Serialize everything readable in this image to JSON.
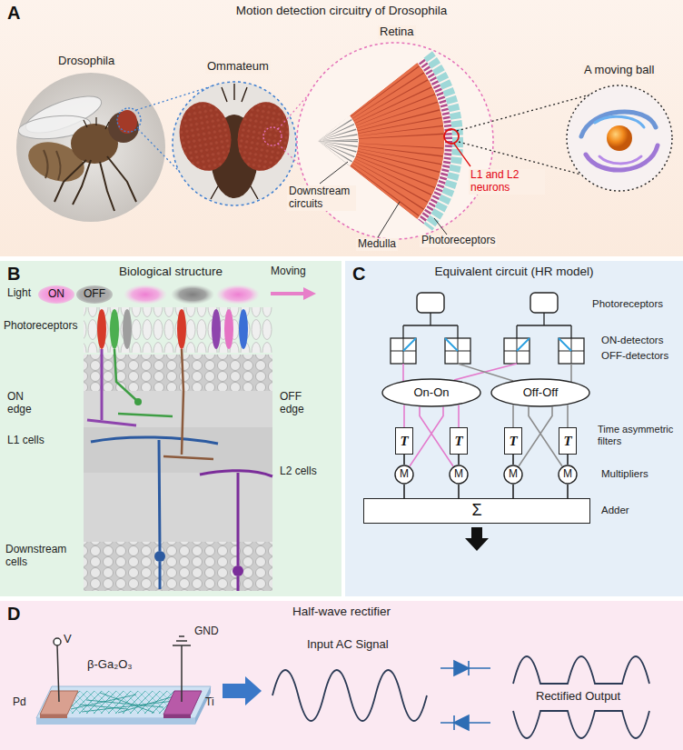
{
  "diagram": {
    "nodes": [
      {
        "text": [
          "A",
          "Motion detection circuitry of Drosophila"
        ]
      },
      {
        "text": [
          "B",
          "Biological structure"
        ]
      },
      {
        "text": [
          "ON"
        ],
        "in": 1
      },
      {
        "text": [
          "OFF"
        ],
        "in": 1
      },
      {
        "text": [
          "C",
          "Equivalent circuit (HR model)"
        ]
      },
      {
        "text": [
          "On-On"
        ],
        "in": 4
      },
      {
        "text": [
          "Off-Off"
        ],
        "in": 4
      },
      {
        "text": [
          "T"
        ],
        "in": 4
      },
      {
        "text": [
          "T"
        ],
        "in": 4
      },
      {
        "text": [
          "T"
        ],
        "in": 4
      },
      {
        "text": [
          "T"
        ],
        "in": 4
      },
      {
        "text": [
          "M"
        ],
        "in": 4
      },
      {
        "text": [
          "M"
        ],
        "in": 4
      },
      {
        "text": [
          "M"
        ],
        "in": 4
      },
      {
        "text": [
          "M"
        ],
        "in": 4
      },
      {
        "text": [
          "Σ"
        ],
        "in": 4
      },
      {
        "text": [
          "D",
          "Half-wave rectifier"
        ]
      }
    ],
    "edges": [
      {
        "from": 5,
        "to": 7,
        "arrow": "none"
      },
      {
        "from": 5,
        "to": 8,
        "arrow": "none"
      },
      {
        "from": 6,
        "to": 9,
        "arrow": "none"
      },
      {
        "from": 6,
        "to": 10,
        "arrow": "none"
      },
      {
        "from": 5,
        "to": 12,
        "arrow": "none"
      },
      {
        "from": 5,
        "to": 11,
        "arrow": "none"
      },
      {
        "from": 6,
        "to": 14,
        "arrow": "none"
      },
      {
        "from": 6,
        "to": 13,
        "arrow": "none"
      },
      {
        "from": 7,
        "to": 11,
        "arrow": "none"
      },
      {
        "from": 8,
        "to": 12,
        "arrow": "none"
      },
      {
        "from": 9,
        "to": 13,
        "arrow": "none"
      },
      {
        "from": 10,
        "to": 14,
        "arrow": "none"
      },
      {
        "from": 11,
        "to": 15,
        "arrow": "none"
      },
      {
        "from": 12,
        "to": 15,
        "arrow": "none"
      },
      {
        "from": 13,
        "to": 15,
        "arrow": "none"
      },
      {
        "from": 14,
        "to": 15,
        "arrow": "none"
      }
    ],
    "labels": [
      "Drosophila",
      "Ommateum",
      "Retina",
      "A moving ball",
      "Downstream circuits",
      "Medulla",
      "Photoreceptors",
      "L1 and L2 neurons",
      "Light",
      "Moving",
      "Photoreceptors",
      "ON edge",
      "OFF edge",
      "L1 cells",
      "L2 cells",
      "Downstream cells",
      "Photoreceptors",
      "ON-detectors",
      "OFF-detectors",
      "Time asymmetric filters",
      "Multipliers",
      "Adder",
      "V",
      "GND",
      "β-Ga₂O₃",
      "Pd",
      "Ti",
      "Input AC Signal",
      "Rectified Output"
    ]
  }
}
